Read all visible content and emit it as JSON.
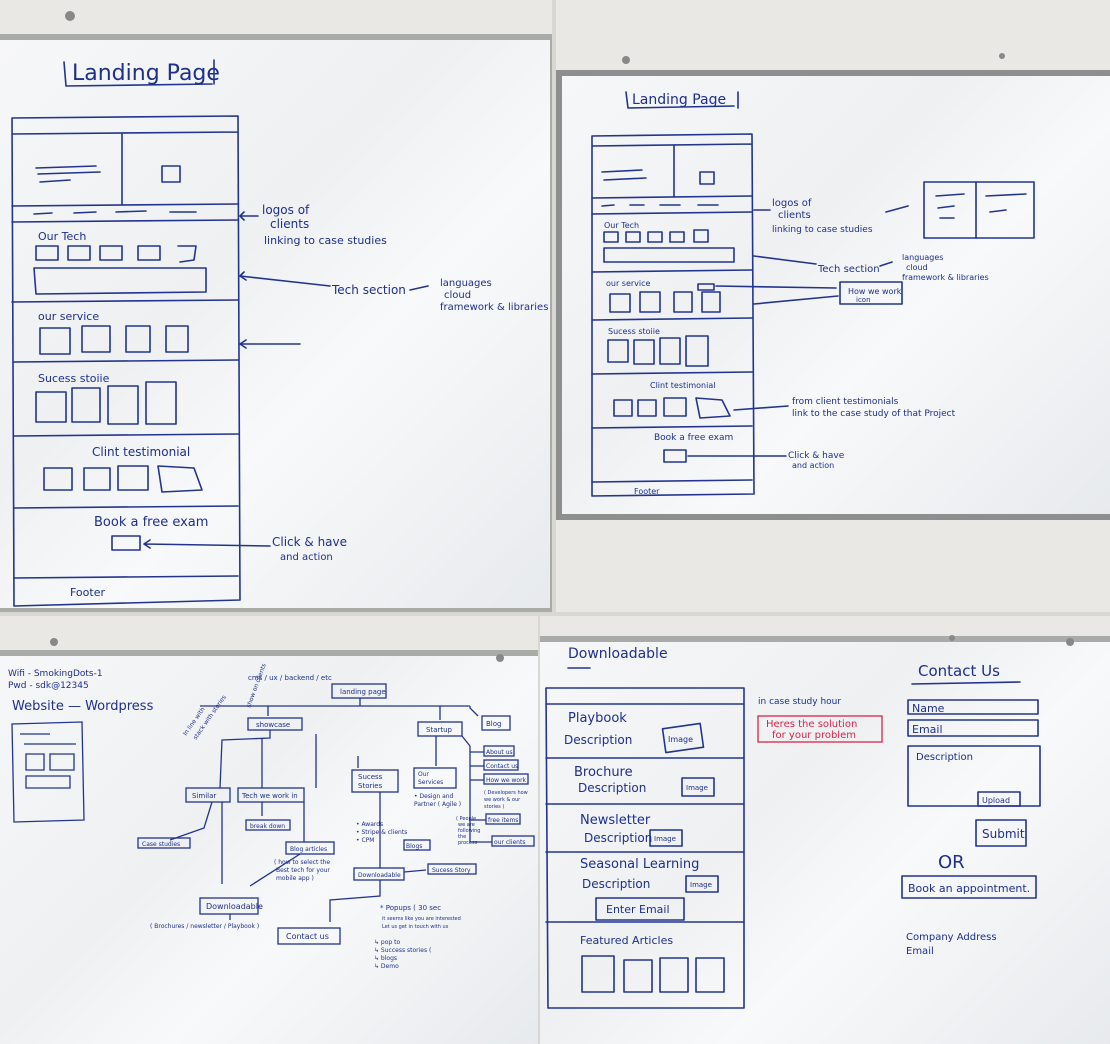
{
  "panels": {
    "top_left": {
      "title": "Landing Page",
      "sections": [
        "Our Tech",
        "our service",
        "Sucess stoiie",
        "Clint testimonial",
        "Book a free exam"
      ],
      "footer": "Footer",
      "annotations": {
        "logos": [
          "logos of",
          "clients",
          "linking to case studies"
        ],
        "tech": "Tech section",
        "tech_note": [
          "languages",
          "cloud",
          "framework & libraries"
        ],
        "cta": [
          "Click & have",
          "and action"
        ]
      }
    },
    "top_right": {
      "title": "Landing Page",
      "sections": [
        "Our Tech",
        "our service",
        "Sucess stoiie",
        "Clint testimonial",
        "Book a free exam"
      ],
      "footer": "Footer",
      "annotations": {
        "logos": [
          "logos of",
          "clients",
          "linking to case studies"
        ],
        "tech": "Tech section",
        "tech_note": [
          "languages",
          "cloud",
          "framework & libraries"
        ],
        "how_we_work": [
          "How we work",
          "icon"
        ],
        "testimonials": [
          "from client testimonials",
          "link to the case study of that Project"
        ],
        "cta": [
          "Click & have",
          "and action"
        ]
      }
    },
    "bottom_left": {
      "wifi": [
        "Wifi  - SmokingDots-1",
        "Pwd   - sdk@12345"
      ],
      "heading": "Website  —  Wordpress",
      "nodes": {
        "landing": "landing page",
        "showcase": "showcase",
        "startup": "Startup",
        "blog": "Blog",
        "similar": "Similar",
        "tech": "Tech we work in",
        "success": [
          "Sucess",
          "Stories"
        ],
        "our_services": [
          "Our",
          "Services"
        ],
        "about": "About us",
        "contact_top": "Contact us",
        "how_we_work": "How we work",
        "free_items": "free items",
        "our_clients": "our clients",
        "break_down": "break down",
        "case_studies": "Case studies",
        "blog_articles": "Blog articles",
        "blogs": "Blogs",
        "downloadable_mid": "Downloadable",
        "success_story": "Sucess Story",
        "downloadable": "Downloadable",
        "contact": "Contact us"
      },
      "notes": {
        "top": "cms / ux / backend / etc",
        "show_on_clients": "show on clients",
        "side": [
          "In line with",
          "stack with stories"
        ],
        "blog_note": [
          "( how to select the",
          "Best tech for your",
          "mobile app )"
        ],
        "services_list": [
          "• Design and",
          "  Partner ( Agile )"
        ],
        "awards": [
          "• Awards",
          "• Stripe & clients",
          "• CPM"
        ],
        "how_note": [
          "( Developers how",
          "we work & our",
          "stories )"
        ],
        "people": [
          "( People",
          "we are",
          "following",
          "the",
          "process"
        ],
        "downloadable_note": "( Brochures / newsletter / Playbook )",
        "popup": [
          "* Popups ( 30 sec",
          "  it seems like you are interested",
          "  Let us get in touch with us"
        ],
        "popup_list": [
          "↳ pop to",
          "   ↳ Success stories (",
          "   ↳ blogs",
          "   ↳ Demo"
        ]
      }
    },
    "bottom_right": {
      "heading": "Downloadable",
      "items": [
        {
          "title": "Playbook",
          "desc": "Description",
          "img": "Image"
        },
        {
          "title": "Brochure",
          "desc": "Description",
          "img": "Image"
        },
        {
          "title": "Newsletter",
          "desc": "Description",
          "img": "Image"
        },
        {
          "title": "Seasonal Learning",
          "desc": "Description",
          "img": "Image"
        }
      ],
      "enter_email": "Enter Email",
      "featured": "Featured Articles",
      "case_note": "in case study hour",
      "red_note": [
        "Heres the solution",
        "for your problem"
      ],
      "contact": {
        "title": "Contact Us",
        "name": "Name",
        "email": "Email",
        "description": "Description",
        "upload": "Upload",
        "submit": "Submit",
        "or": "OR",
        "book": "Book an appointment.",
        "address": "Company Address",
        "email2": "Email"
      }
    }
  },
  "colors": {
    "ink": "#1e2f8c",
    "red": "#d8254a",
    "frame": "#a9aba9"
  }
}
